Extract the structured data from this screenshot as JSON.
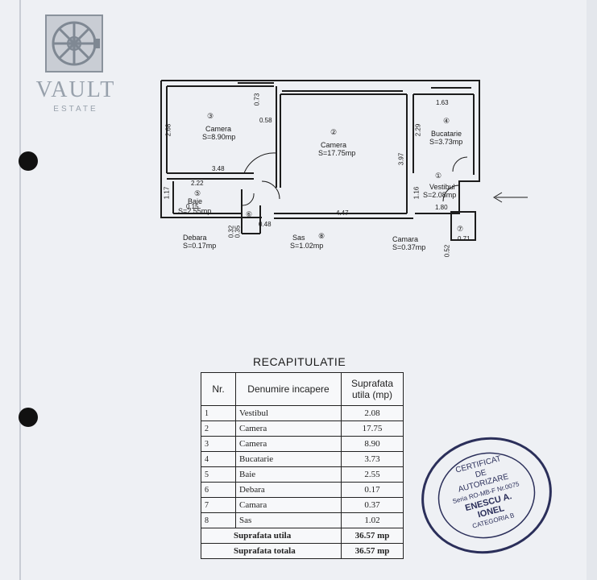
{
  "logo": {
    "name": "VAULT",
    "sub": "ESTATE"
  },
  "plan": {
    "rooms": [
      {
        "no": "③",
        "name": "Camera",
        "area": "S=8.90mp"
      },
      {
        "no": "②",
        "name": "Camera",
        "area": "S=17.75mp"
      },
      {
        "no": "④",
        "name": "Bucatarie",
        "area": "S=3.73mp"
      },
      {
        "no": "①",
        "name": "Vestibul",
        "area": "S=2.08mp"
      },
      {
        "no": "⑤",
        "name": "Baie",
        "area": "S=2.55mp"
      },
      {
        "no": "⑥",
        "name": "Debara",
        "area": "S=0.17mp"
      },
      {
        "no": "⑧",
        "name": "Sas",
        "area": "S=1.02mp"
      },
      {
        "no": "⑦",
        "name": "Camara",
        "area": "S=0.37mp"
      }
    ],
    "dims": [
      "0.73",
      "0.58",
      "2.68",
      "3.48",
      "2.22",
      "1.17",
      "0.15",
      "2.29",
      "1.63",
      "3.97",
      "4.47",
      "0.48",
      "1.16",
      "1.80",
      "0.71",
      "0.32",
      "0.35",
      "0.52"
    ]
  },
  "recap": {
    "title": "RECAPITULATIE",
    "headers": {
      "nr": "Nr.",
      "name": "Denumire incapere",
      "area": "Suprafata utila (mp)"
    },
    "rows": [
      {
        "nr": "1",
        "name": "Vestibul",
        "area": "2.08"
      },
      {
        "nr": "2",
        "name": "Camera",
        "area": "17.75"
      },
      {
        "nr": "3",
        "name": "Camera",
        "area": "8.90"
      },
      {
        "nr": "4",
        "name": "Bucatarie",
        "area": "3.73"
      },
      {
        "nr": "5",
        "name": "Baie",
        "area": "2.55"
      },
      {
        "nr": "6",
        "name": "Debara",
        "area": "0.17"
      },
      {
        "nr": "7",
        "name": "Camara",
        "area": "0.37"
      },
      {
        "nr": "8",
        "name": "Sas",
        "area": "1.02"
      }
    ],
    "util_label": "Suprafata utila",
    "util_value": "36.57 mp",
    "total_label": "Suprafata totala",
    "total_value": "36.57 mp"
  },
  "stamp": {
    "line1": "CERTIFICAT",
    "line2": "DE",
    "line3": "AUTORIZARE",
    "line4": "Seria RO-MB-F Nr.0075",
    "line5": "ENESCU A.",
    "line6": "IONEL",
    "line7": "CATEGORIA B"
  }
}
